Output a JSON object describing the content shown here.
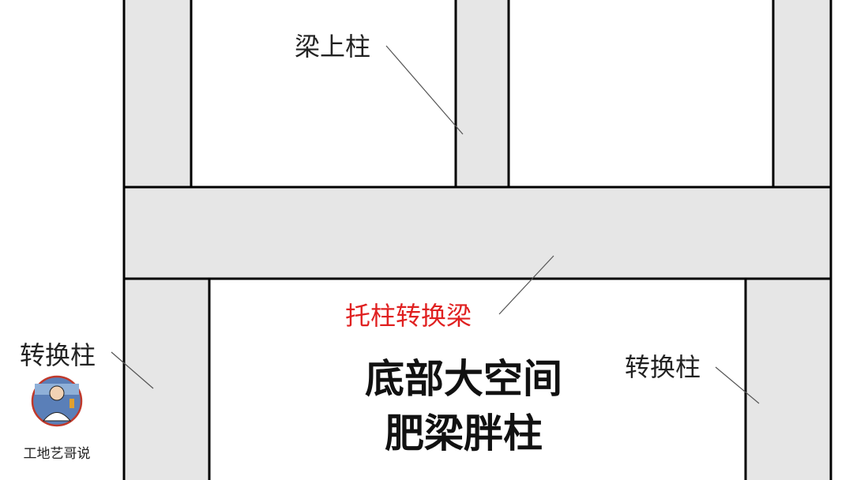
{
  "labels": {
    "upper_column": "梁上柱",
    "transfer_beam": "托柱转换梁",
    "transfer_column_left": "转换柱",
    "transfer_column_right": "转换柱",
    "main_line1": "底部大空间",
    "main_line2": "肥梁胖柱"
  },
  "brand": {
    "name": "工地艺哥说"
  },
  "colors": {
    "member_fill": "#e6e6e6",
    "outline": "#000000",
    "highlight_text": "#e02020",
    "text": "#222222"
  }
}
